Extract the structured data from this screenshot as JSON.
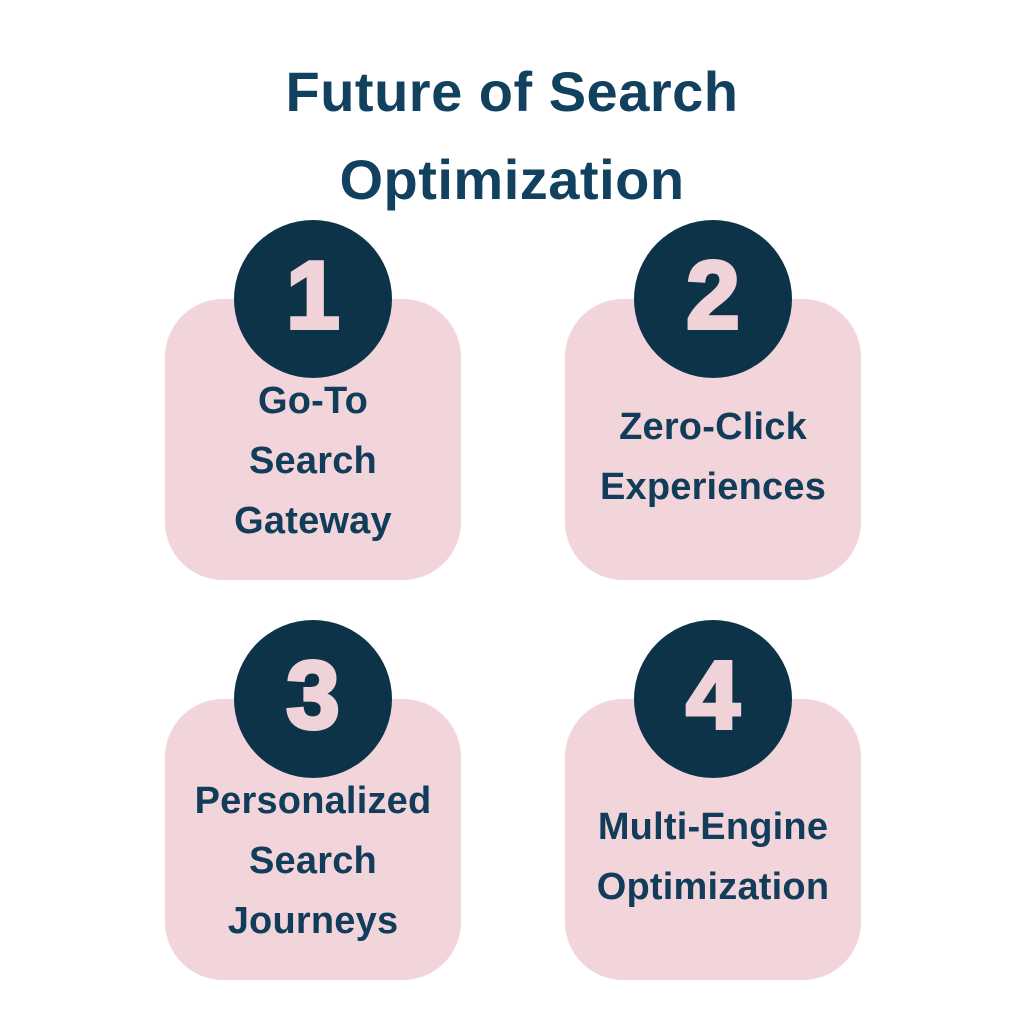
{
  "title": "Future of Search\nOptimization",
  "colors": {
    "background": "#ffffff",
    "card_pink": "#f2d5da",
    "circle_navy": "#0d3349",
    "title_navy": "#12405f",
    "text_navy": "#113c5a",
    "number_pink": "#f0d3d8"
  },
  "cards": [
    {
      "number": "1",
      "label": "Go-To\nSearch\nGateway"
    },
    {
      "number": "2",
      "label": "Zero-Click\nExperiences"
    },
    {
      "number": "3",
      "label": "Personalized\nSearch\nJourneys"
    },
    {
      "number": "4",
      "label": "Multi-Engine\nOptimization"
    }
  ]
}
